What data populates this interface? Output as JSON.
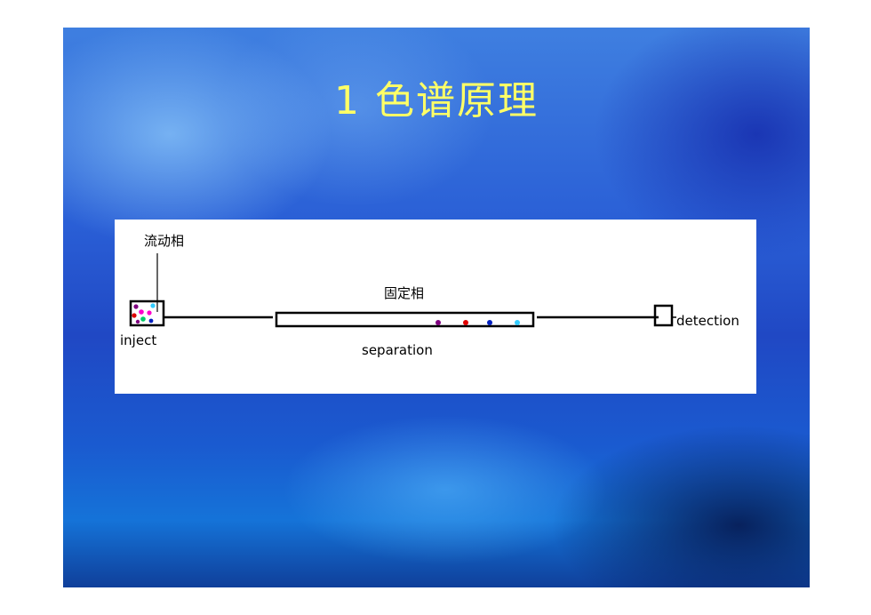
{
  "slide": {
    "title": "1 色谱原理"
  },
  "diagram": {
    "labels": {
      "mobile_phase": "流动相",
      "stationary_phase": "固定相",
      "inject": "inject",
      "separation": "separation",
      "detection": "detection"
    },
    "colors": {
      "title": "#ffff66",
      "line": "#000000",
      "dot_purple": "#800080",
      "dot_red": "#e00000",
      "dot_blue": "#0020c0",
      "dot_cyan": "#33ccff",
      "dot_magenta": "#ff00cc",
      "dot_green": "#00cc66"
    }
  }
}
